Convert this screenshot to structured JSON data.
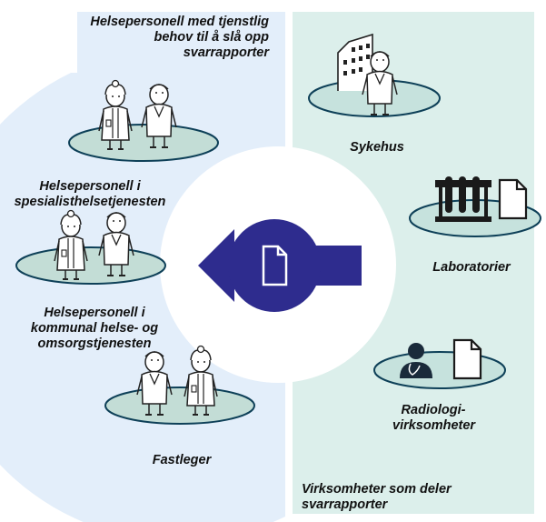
{
  "colors": {
    "left_bg": "#e3eefa",
    "right_bg": "#dcefeb",
    "left_disc": "#c3ddd6",
    "right_disc": "#c6e2dd",
    "disc_edge": "#0e4058",
    "arrow": "#2e2c8e",
    "icon_dark": "#1a2a3a"
  },
  "left_panel": {
    "header": "Helsepersonell med tjenstlig behov til å slå opp svarrapporter",
    "groups": [
      {
        "label": "Helsepersonell i spesialisthelsetjenesten",
        "icon": "doctor-nurse-pair-icon"
      },
      {
        "label": "Helsepersonell i kommunal helse- og omsorgstjenesten",
        "icon": "nurse-doctor-pair-icon"
      },
      {
        "label": "Fastleger",
        "icon": "gp-pair-icon"
      }
    ]
  },
  "right_panel": {
    "footer": "Virksomheter som deler svarrapporter",
    "sources": [
      {
        "label": "Sykehus",
        "icon": "hospital-building-icon"
      },
      {
        "label": "Laboratorier",
        "icon": "test-tubes-document-icon"
      },
      {
        "label": "Radiologi-virksomheter",
        "icon": "radiologist-document-icon"
      }
    ]
  },
  "center": {
    "icon": "document-arrow-icon",
    "direction": "right-to-left"
  }
}
